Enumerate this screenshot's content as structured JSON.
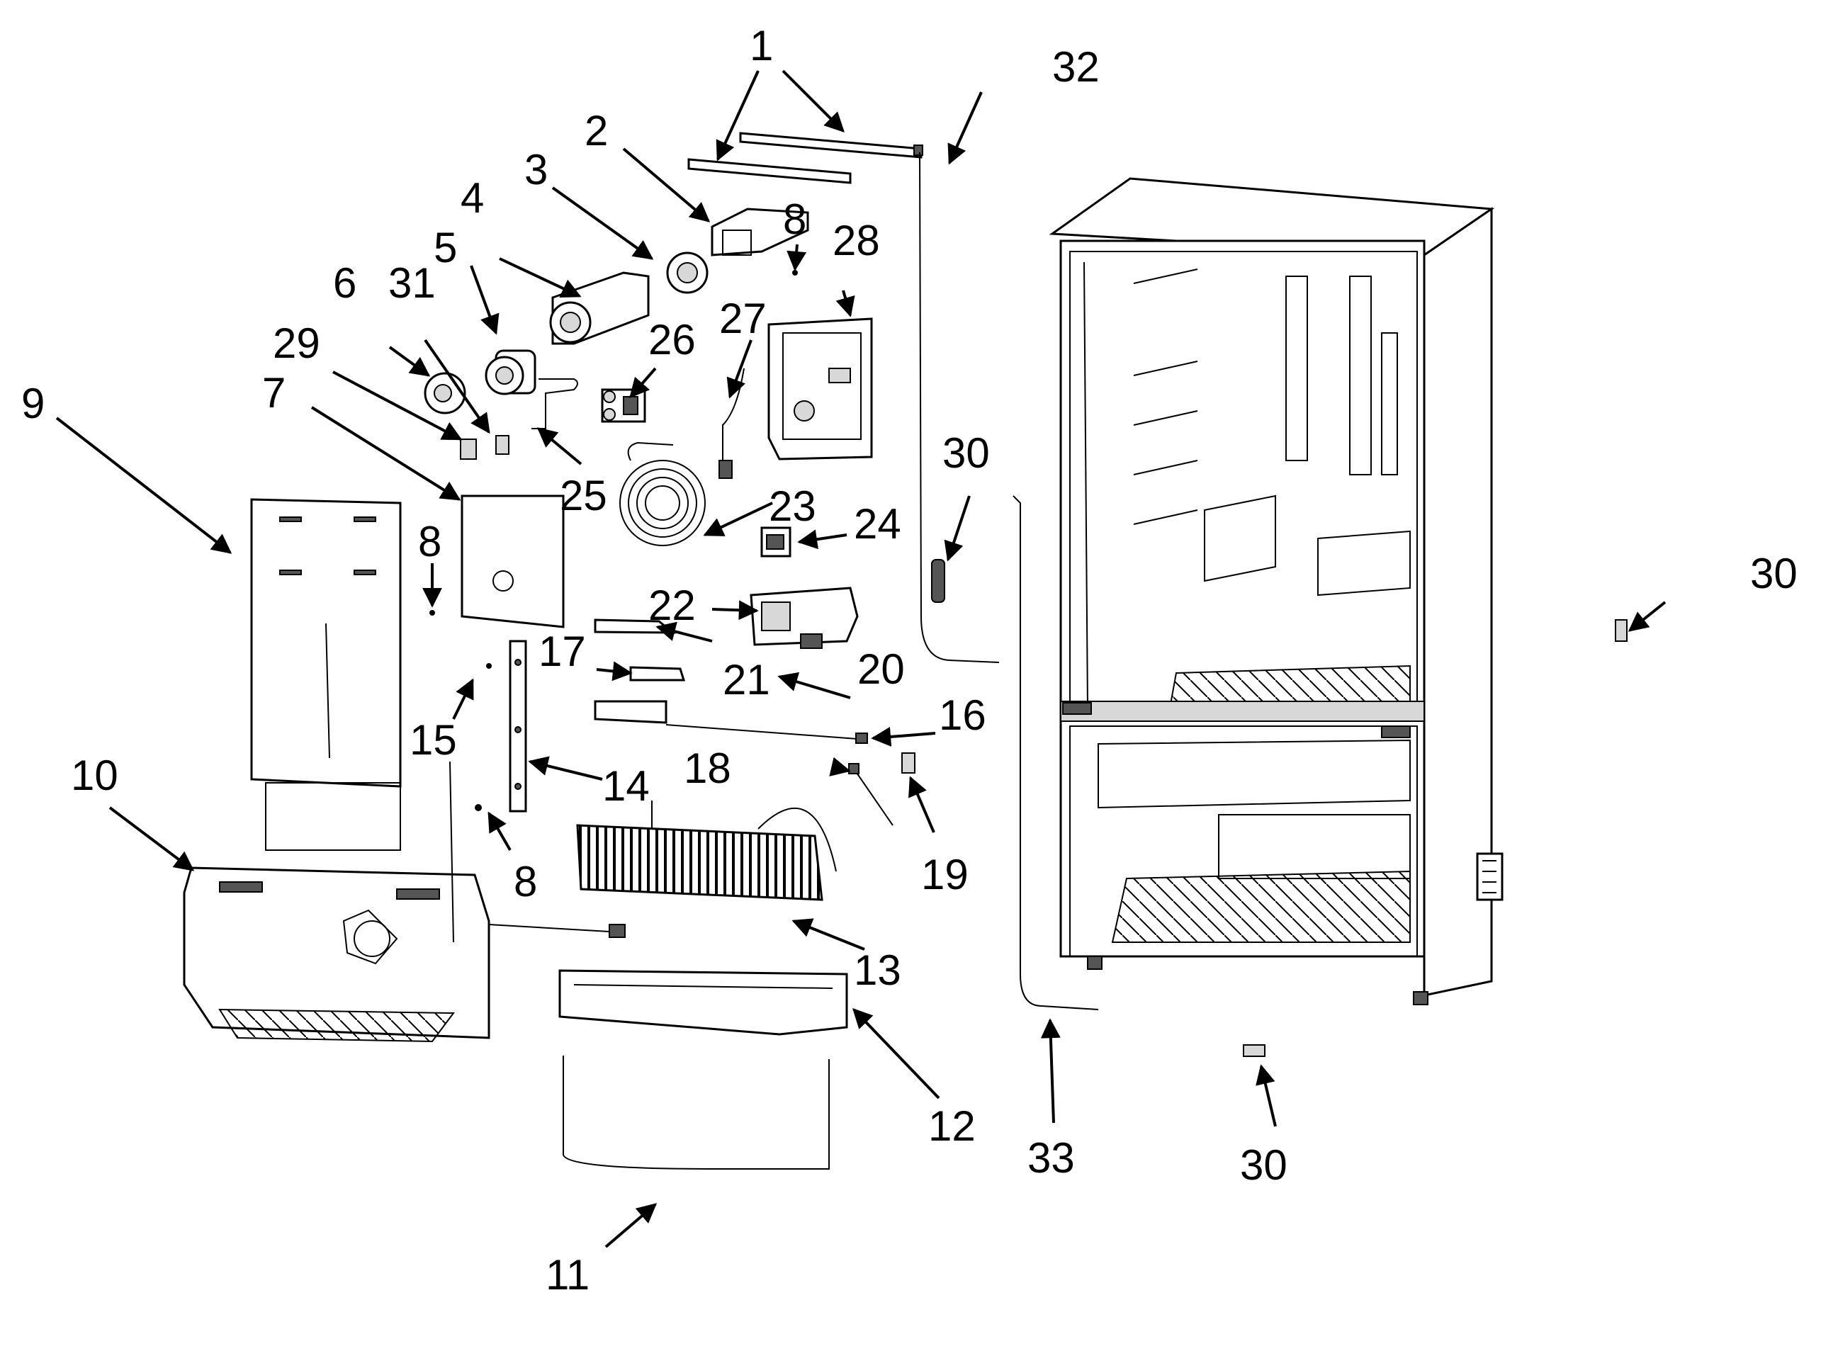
{
  "diagram": {
    "labels": {
      "c1": "1",
      "c2": "2",
      "c3": "3",
      "c4": "4",
      "c5": "5",
      "c6": "6",
      "c7": "7",
      "c8a": "8",
      "c8b": "8",
      "c8c": "8",
      "c9": "9",
      "c10": "10",
      "c11": "11",
      "c12": "12",
      "c13": "13",
      "c14": "14",
      "c15": "15",
      "c16": "16",
      "c17": "17",
      "c18": "18",
      "c19": "19",
      "c20": "20",
      "c21": "21",
      "c22": "22",
      "c23": "23",
      "c24": "24",
      "c25": "25",
      "c26": "26",
      "c27": "27",
      "c28": "28",
      "c29": "29",
      "c30a": "30",
      "c30b": "30",
      "c30c": "30",
      "c31": "31",
      "c32": "32",
      "c33": "33"
    }
  }
}
